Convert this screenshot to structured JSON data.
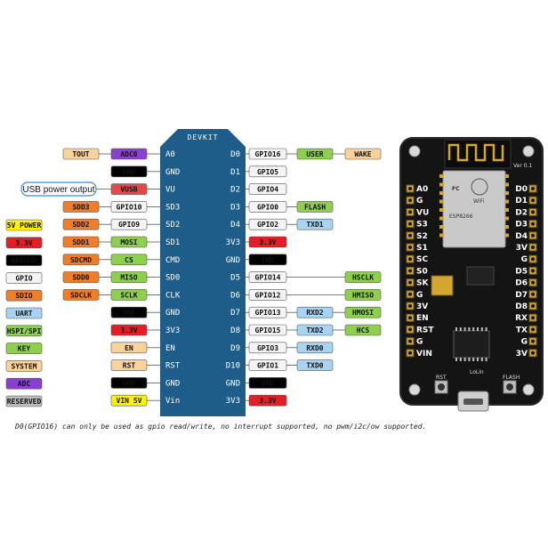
{
  "board": {
    "title": "DEVKIT",
    "left_pins": [
      "A0",
      "GND",
      "VU",
      "SD3",
      "SD2",
      "SD1",
      "CMD",
      "SD0",
      "CLK",
      "GND",
      "3V3",
      "EN",
      "RST",
      "GND",
      "Vin"
    ],
    "right_pins": [
      "D0",
      "D1",
      "D2",
      "D3",
      "D4",
      "3V3",
      "GND",
      "D5",
      "D6",
      "D7",
      "D8",
      "D9",
      "D10",
      "GND",
      "3V3"
    ]
  },
  "usb_callout": "USB power output",
  "left_outer": [
    {
      "row": 0,
      "text": "TOUT",
      "color": "#F9D39A",
      "text_color": "#111111"
    },
    {
      "row": 3,
      "text": "SDD3",
      "color": "#F07E29",
      "text_color": "#ffffff"
    },
    {
      "row": 4,
      "text": "SDD2",
      "color": "#F07E29",
      "text_color": "#ffffff"
    },
    {
      "row": 5,
      "text": "SDD1",
      "color": "#F07E29",
      "text_color": "#ffffff"
    },
    {
      "row": 6,
      "text": "SDCMD",
      "color": "#F07E29",
      "text_color": "#ffffff"
    },
    {
      "row": 7,
      "text": "SDD0",
      "color": "#F07E29",
      "text_color": "#ffffff"
    },
    {
      "row": 8,
      "text": "SDCLK",
      "color": "#F07E29",
      "text_color": "#ffffff"
    }
  ],
  "left_inner": [
    {
      "row": 0,
      "text": "ADC0",
      "color": "#8A3FCF",
      "text_color": "#ffffff"
    },
    {
      "row": 1,
      "text": "GND",
      "color": "#000000",
      "text_color": "#ffffff"
    },
    {
      "row": 2,
      "text": "VUSB",
      "color": "#E8474A",
      "text_color": "#ffffff"
    },
    {
      "row": 3,
      "text": "GPIO10",
      "color": "#F4F4F4",
      "text_color": "#111111"
    },
    {
      "row": 4,
      "text": "GPIO9",
      "color": "#F4F4F4",
      "text_color": "#111111"
    },
    {
      "row": 5,
      "text": "MOSI",
      "color": "#8ED04D",
      "text_color": "#111111"
    },
    {
      "row": 6,
      "text": "CS",
      "color": "#8ED04D",
      "text_color": "#111111"
    },
    {
      "row": 7,
      "text": "MISO",
      "color": "#8ED04D",
      "text_color": "#111111"
    },
    {
      "row": 8,
      "text": "SCLK",
      "color": "#8ED04D",
      "text_color": "#111111"
    },
    {
      "row": 9,
      "text": "GND",
      "color": "#000000",
      "text_color": "#ffffff"
    },
    {
      "row": 10,
      "text": "3.3V",
      "color": "#E51E25",
      "text_color": "#ffffff"
    },
    {
      "row": 11,
      "text": "EN",
      "color": "#F9D39A",
      "text_color": "#111111"
    },
    {
      "row": 12,
      "text": "RST",
      "color": "#F9D39A",
      "text_color": "#111111"
    },
    {
      "row": 13,
      "text": "GND",
      "color": "#000000",
      "text_color": "#ffffff"
    },
    {
      "row": 14,
      "text": "VIN 5V",
      "color": "#FFF200",
      "text_color": "#111111"
    }
  ],
  "right_inner": [
    {
      "row": 0,
      "text": "GPIO16",
      "color": "#F4F4F4",
      "text_color": "#111111"
    },
    {
      "row": 1,
      "text": "GPIO5",
      "color": "#F4F4F4",
      "text_color": "#111111"
    },
    {
      "row": 2,
      "text": "GPIO4",
      "color": "#F4F4F4",
      "text_color": "#111111"
    },
    {
      "row": 3,
      "text": "GPIO0",
      "color": "#F4F4F4",
      "text_color": "#111111"
    },
    {
      "row": 4,
      "text": "GPIO2",
      "color": "#F4F4F4",
      "text_color": "#111111"
    },
    {
      "row": 5,
      "text": "3.3V",
      "color": "#E51E25",
      "text_color": "#ffffff"
    },
    {
      "row": 6,
      "text": "GND",
      "color": "#000000",
      "text_color": "#ffffff"
    },
    {
      "row": 7,
      "text": "GPIO14",
      "color": "#F4F4F4",
      "text_color": "#111111"
    },
    {
      "row": 8,
      "text": "GPIO12",
      "color": "#F4F4F4",
      "text_color": "#111111"
    },
    {
      "row": 9,
      "text": "GPIO13",
      "color": "#F4F4F4",
      "text_color": "#111111"
    },
    {
      "row": 10,
      "text": "GPIO15",
      "color": "#F4F4F4",
      "text_color": "#111111"
    },
    {
      "row": 11,
      "text": "GPIO3",
      "color": "#F4F4F4",
      "text_color": "#111111"
    },
    {
      "row": 12,
      "text": "GPIO1",
      "color": "#F4F4F4",
      "text_color": "#111111"
    },
    {
      "row": 13,
      "text": "GND",
      "color": "#000000",
      "text_color": "#ffffff"
    },
    {
      "row": 14,
      "text": "3.3V",
      "color": "#E51E25",
      "text_color": "#ffffff"
    }
  ],
  "right_mid": [
    {
      "row": 0,
      "text": "USER",
      "color": "#8ED04D",
      "text_color": "#111111"
    },
    {
      "row": 3,
      "text": "FLASH",
      "color": "#8ED04D",
      "text_color": "#111111"
    },
    {
      "row": 4,
      "text": "TXD1",
      "color": "#A6D4F2",
      "text_color": "#111111"
    },
    {
      "row": 9,
      "text": "RXD2",
      "color": "#A6D4F2",
      "text_color": "#111111"
    },
    {
      "row": 10,
      "text": "TXD2",
      "color": "#A6D4F2",
      "text_color": "#111111"
    },
    {
      "row": 11,
      "text": "RXD0",
      "color": "#A6D4F2",
      "text_color": "#111111"
    },
    {
      "row": 12,
      "text": "TXD0",
      "color": "#A6D4F2",
      "text_color": "#111111"
    }
  ],
  "right_outer": [
    {
      "row": 0,
      "text": "WAKE",
      "color": "#F9D39A",
      "text_color": "#111111"
    },
    {
      "row": 7,
      "text": "HSCLK",
      "color": "#8ED04D",
      "text_color": "#111111"
    },
    {
      "row": 8,
      "text": "HMISO",
      "color": "#8ED04D",
      "text_color": "#111111"
    },
    {
      "row": 9,
      "text": "HMOSI",
      "color": "#8ED04D",
      "text_color": "#111111"
    },
    {
      "row": 10,
      "text": "HCS",
      "color": "#8ED04D",
      "text_color": "#111111"
    }
  ],
  "legend": [
    {
      "text": "5V POWER",
      "color": "#FFF200",
      "text_color": "#111111"
    },
    {
      "text": "3.3V",
      "color": "#E51E25",
      "text_color": "#ffffff"
    },
    {
      "text": "GROUND",
      "color": "#000000",
      "text_color": "#ffffff"
    },
    {
      "text": "GPIO",
      "color": "#F4F4F4",
      "text_color": "#111111"
    },
    {
      "text": "SDIO",
      "color": "#F07E29",
      "text_color": "#ffffff"
    },
    {
      "text": "UART",
      "color": "#A6D4F2",
      "text_color": "#111111"
    },
    {
      "text": "HSPI/SPI",
      "color": "#8ED04D",
      "text_color": "#111111"
    },
    {
      "text": "KEY",
      "color": "#8ED04D",
      "text_color": "#111111"
    },
    {
      "text": "SYSTEM",
      "color": "#F9D39A",
      "text_color": "#111111"
    },
    {
      "text": "ADC",
      "color": "#8A3FCF",
      "text_color": "#ffffff"
    },
    {
      "text": "RESERVED",
      "color": "#BBBDBF",
      "text_color": "#111111"
    }
  ],
  "footnote": "D0(GPIO16) can only be used as gpio read/write, no interrupt supported, no pwm/i2c/ow supported.",
  "photo": {
    "left_silk": [
      "A0",
      "G",
      "VU",
      "S3",
      "S2",
      "S1",
      "SC",
      "S0",
      "SK",
      "G",
      "3V",
      "EN",
      "RST",
      "G",
      "VIN"
    ],
    "right_silk": [
      "D0",
      "D1",
      "D2",
      "D3",
      "D4",
      "3V",
      "G",
      "D5",
      "D6",
      "D7",
      "D8",
      "RX",
      "TX",
      "G",
      "3V"
    ],
    "version": "Ver 0.1",
    "module_text": [
      "FC",
      "WiFi",
      "ESP8266"
    ],
    "brand": "LoLin",
    "rst_label": "RST",
    "flash_label": "FLASH"
  },
  "colors": {
    "board_blue": "#1E5C8A",
    "pcb_black": "#141414",
    "line_gray": "#555555"
  }
}
